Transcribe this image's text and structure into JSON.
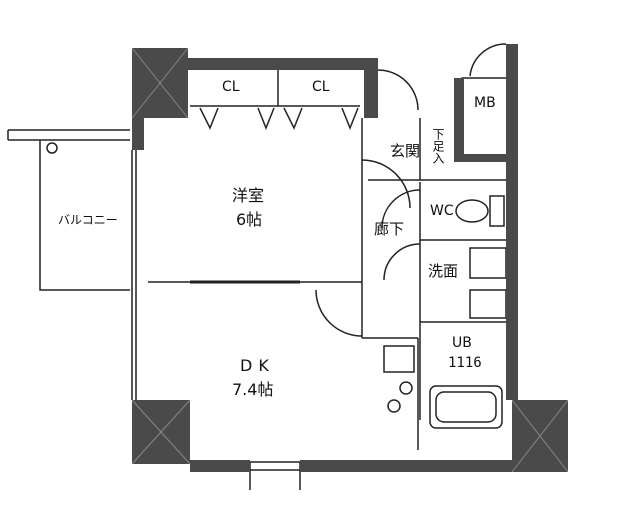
{
  "floorplan": {
    "rooms": {
      "western_room": {
        "name": "洋室",
        "size": "6帖"
      },
      "dk": {
        "name": "DK",
        "size": "7.4帖"
      },
      "closet_left": "CL",
      "closet_right": "CL",
      "entrance": "玄関",
      "shoe_box": "下足入",
      "meter_box": "MB",
      "toilet": "WC",
      "corridor": "廊下",
      "washroom": "洗面",
      "bath": {
        "name": "UB",
        "size": "1116"
      },
      "balcony": "バルコニー"
    },
    "colors": {
      "wall": "#4a4a4a",
      "line": "#222222",
      "background": "#ffffff"
    }
  }
}
